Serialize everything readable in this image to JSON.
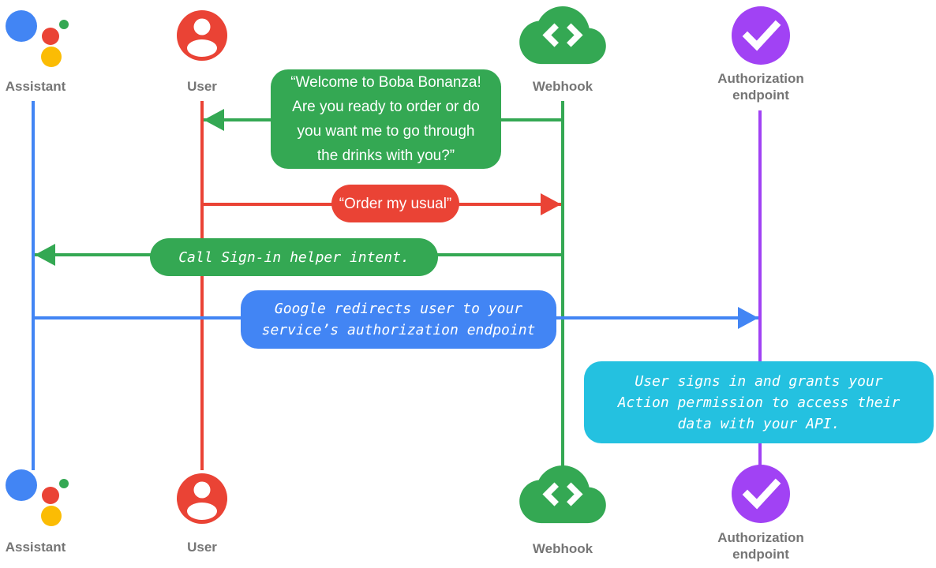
{
  "colors": {
    "assistant_blue": "#4285F4",
    "user_red": "#EA4335",
    "webhook_green": "#34A853",
    "auth_purple": "#A142F4",
    "note_cyan": "#24C1E0",
    "assistant_yellow": "#FBBC04",
    "label_gray": "#757575",
    "bubble_text": "#FFFFFF"
  },
  "actors": [
    {
      "id": "assistant",
      "label": "Assistant"
    },
    {
      "id": "user",
      "label": "User"
    },
    {
      "id": "webhook",
      "label": "Webhook"
    },
    {
      "id": "authorization-endpoint",
      "label_line1": "Authorization",
      "label_line2": "endpoint"
    }
  ],
  "messages": [
    {
      "from": "Webhook",
      "to": "User",
      "style": "speech",
      "color": "#34A853",
      "lines": [
        "“Welcome to Boba Bonanza!",
        "Are you ready to order or do",
        "you want me to go through",
        "the drinks with you?”"
      ]
    },
    {
      "from": "User",
      "to": "Webhook",
      "style": "speech",
      "color": "#EA4335",
      "lines": [
        "“Order my usual”"
      ]
    },
    {
      "from": "Webhook",
      "to": "Assistant",
      "style": "code",
      "color": "#34A853",
      "lines": [
        "Call Sign-in helper intent."
      ]
    },
    {
      "from": "Assistant",
      "to": "Authorization endpoint",
      "style": "code",
      "color": "#4285F4",
      "lines": [
        "Google redirects user to your",
        "service’s authorization endpoint"
      ]
    }
  ],
  "note": {
    "near": "Authorization endpoint",
    "style": "code",
    "color": "#24C1E0",
    "lines": [
      "User signs in and grants your",
      "Action permission to access their",
      "data with your API."
    ]
  }
}
